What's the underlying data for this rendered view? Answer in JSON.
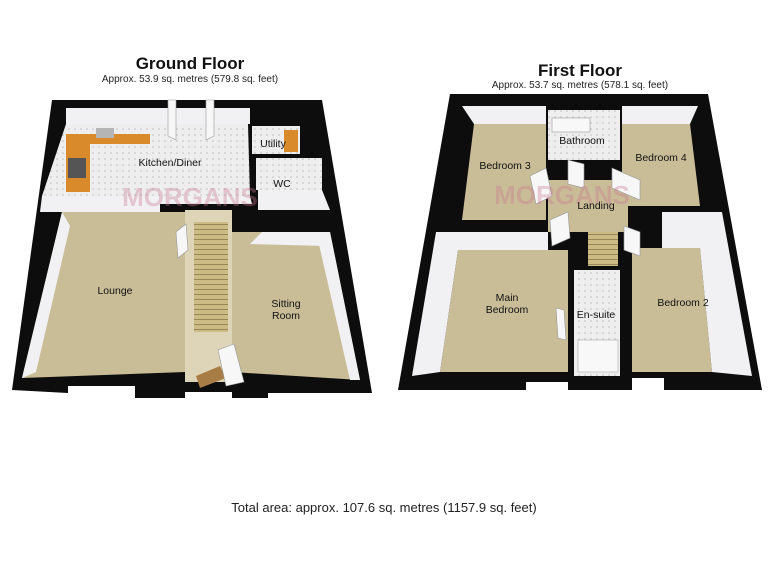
{
  "ground_floor": {
    "title": "Ground Floor",
    "area": "Approx. 53.9 sq. metres (579.8 sq. feet)",
    "rooms": {
      "kitchen": "Kitchen/Diner",
      "utility": "Utility",
      "wc": "WC",
      "lounge": "Lounge",
      "sitting_l1": "Sitting",
      "sitting_l2": "Room"
    }
  },
  "first_floor": {
    "title": "First Floor",
    "area": "Approx. 53.7 sq. metres (578.1 sq. feet)",
    "rooms": {
      "bathroom": "Bathroom",
      "bedroom3": "Bedroom 3",
      "bedroom4": "Bedroom 4",
      "landing": "Landing",
      "main_l1": "Main",
      "main_l2": "Bedroom",
      "ensuite": "En-suite",
      "bedroom2": "Bedroom 2"
    }
  },
  "watermark": "MORGANS",
  "total_area": "Total area: approx. 107.6 sq. metres (1157.9 sq. feet)",
  "colors": {
    "wall": "#0d0d0d",
    "wall_face": "#f4f4f6",
    "floor": "#c9bd98",
    "tile": "#ececec",
    "worktop": "#d98b2b",
    "stair": "#c8b783",
    "watermark": "#c9758f"
  }
}
